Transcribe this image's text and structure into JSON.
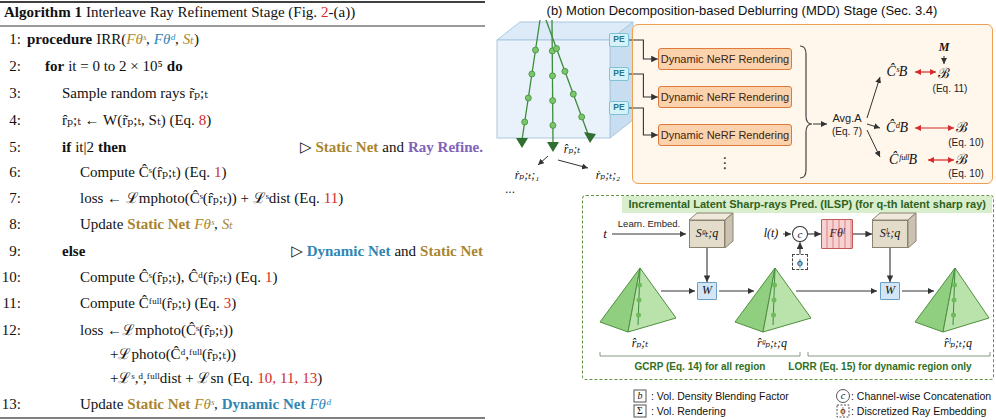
{
  "diagram": {
    "title": "(b) Motion Decomposition-based Deblurring (MDD) Stage (Sec. 3.4)",
    "nodes": [
      {
        "text": [
          "PE"
        ]
      },
      {
        "text": [
          "PE"
        ]
      },
      {
        "text": [
          "PE"
        ]
      },
      {
        "text": [
          "Avg.A",
          "(Eq. 7)"
        ]
      },
      {
        "text": [
          "Dynamic NeRF Rendering"
        ],
        "in": 3
      },
      {
        "text": [
          "Dynamic NeRF Rendering"
        ],
        "in": 3
      },
      {
        "text": [
          "Dynamic NeRF Rendering"
        ],
        "in": 3
      },
      {
        "text": [
          "Incremental Latent Sharp-rays Pred. (ILSP) (for q-th latent sharp ray)"
        ]
      },
      {
        "text": [
          "Sᵍₜ;q"
        ],
        "in": 7
      },
      {
        "text": [
          "W"
        ],
        "in": 7
      },
      {
        "text": [
          "c"
        ],
        "in": 7
      },
      {
        "text": [
          "ϕ"
        ],
        "in": 7
      },
      {
        "text": [
          "Fθˡ"
        ],
        "in": 7
      },
      {
        "text": [
          "Sˡₜ;q"
        ],
        "in": 7
      },
      {
        "text": [
          "W"
        ],
        "in": 7
      }
    ],
    "edges": [
      {
        "from": 0,
        "to": 4,
        "arrow": "to"
      },
      {
        "from": 1,
        "to": 5,
        "arrow": "to"
      },
      {
        "from": 2,
        "to": 6,
        "arrow": "to"
      },
      {
        "from": 8,
        "to": 9,
        "arrow": "to"
      },
      {
        "from": 11,
        "to": 10,
        "arrow": "to"
      },
      {
        "from": 10,
        "to": 12,
        "arrow": "to"
      },
      {
        "from": 12,
        "to": 13,
        "arrow": "to"
      },
      {
        "from": 13,
        "to": 14,
        "arrow": "to"
      }
    ],
    "labels": [
      "Algorithm 1",
      "Interleave Ray Refinement Stage (Fig.",
      "2",
      "-(a))",
      "1:",
      "procedure",
      "IRR(",
      "Fθˢ",
      ",",
      "Fθᵈ",
      ",",
      "Sₜ",
      ")",
      "2:",
      "for",
      "it = 0 to 2 × 10⁵",
      "do",
      "3:",
      "Sample random rays r̃ₚ;ₜ",
      "4:",
      "r̂ₚ;ₜ ← W(r̃ₚ;ₜ, Sₜ) (Eq.",
      "8",
      ")",
      "5:",
      "if",
      "it|2",
      "then",
      "▷",
      "Static Net",
      "and",
      "Ray Refine.",
      "6:",
      "Compute Ĉˢ(r̂ₚ;ₜ) (Eq.",
      "1",
      ")",
      "7:",
      "loss ← ℒmphoto(Ĉˢ(r̂ₚ;ₜ)) + ℒˢdist (Eq.",
      "11",
      ")",
      "8:",
      "Update",
      "Static Net",
      "Fθˢ",
      ",",
      "Sₜ",
      "9:",
      "else",
      "▷",
      "Dynamic Net",
      "and",
      "Static Net",
      "10:",
      "Compute Ĉˢ(r̂ₚ;ₜ), Ĉᵈ(r̂ₚ;ₜ) (Eq.",
      "1",
      ")",
      "11:",
      "Compute Ĉᶠᵘˡˡ(r̂ₚ;ₜ) (Eq.",
      "3",
      ")",
      "12:",
      "loss ←ℒmphoto(Ĉˢ(r̂ₚ;ₜ))",
      "+ℒphoto(Ĉᵈ,ᶠᵘˡˡ(r̂ₚ;ₜ))",
      "+ℒˢ,ᵈ,ᶠᵘˡˡdist + ℒsn",
      "(Eq.",
      "10",
      ",",
      "11",
      ",",
      "13",
      ")",
      "13:",
      "Update",
      "Static Net",
      "Fθˢ",
      ",",
      "Dynamic Net",
      "Fθᵈ",
      "ṙₚ;ₜ;₁",
      "r̂ₚ;ₜ",
      "ṙₚ;ₜ;₂",
      "...",
      "⋮",
      "ĈˢB",
      "ĈᵈB",
      "ĈᶠᵘˡˡB",
      "M",
      "ℬ",
      "(Eq. 11)",
      "ℬ",
      "(Eq. 10)",
      "ℬ",
      "(Eq. 10)",
      "t",
      "Learn. Embed.",
      "l(t)",
      "r̂ₚ;ₜ",
      "r̂ᵍₚ;ₜ;q",
      "r̂ˡₚ;ₜ;q",
      "GCRP (Eq. 14) for all region",
      "LORR (Eq. 15) for dynamic region only",
      "b",
      "c",
      "Σ",
      "ϕ"
    ],
    "legend": [
      {
        "text": ": Vol. Density Blending Factor"
      },
      {
        "text": ": Channel-wise Concatenation"
      },
      {
        "text": ": Vol. Rendering"
      },
      {
        "text": ": Discretized Ray Embedding"
      }
    ]
  }
}
